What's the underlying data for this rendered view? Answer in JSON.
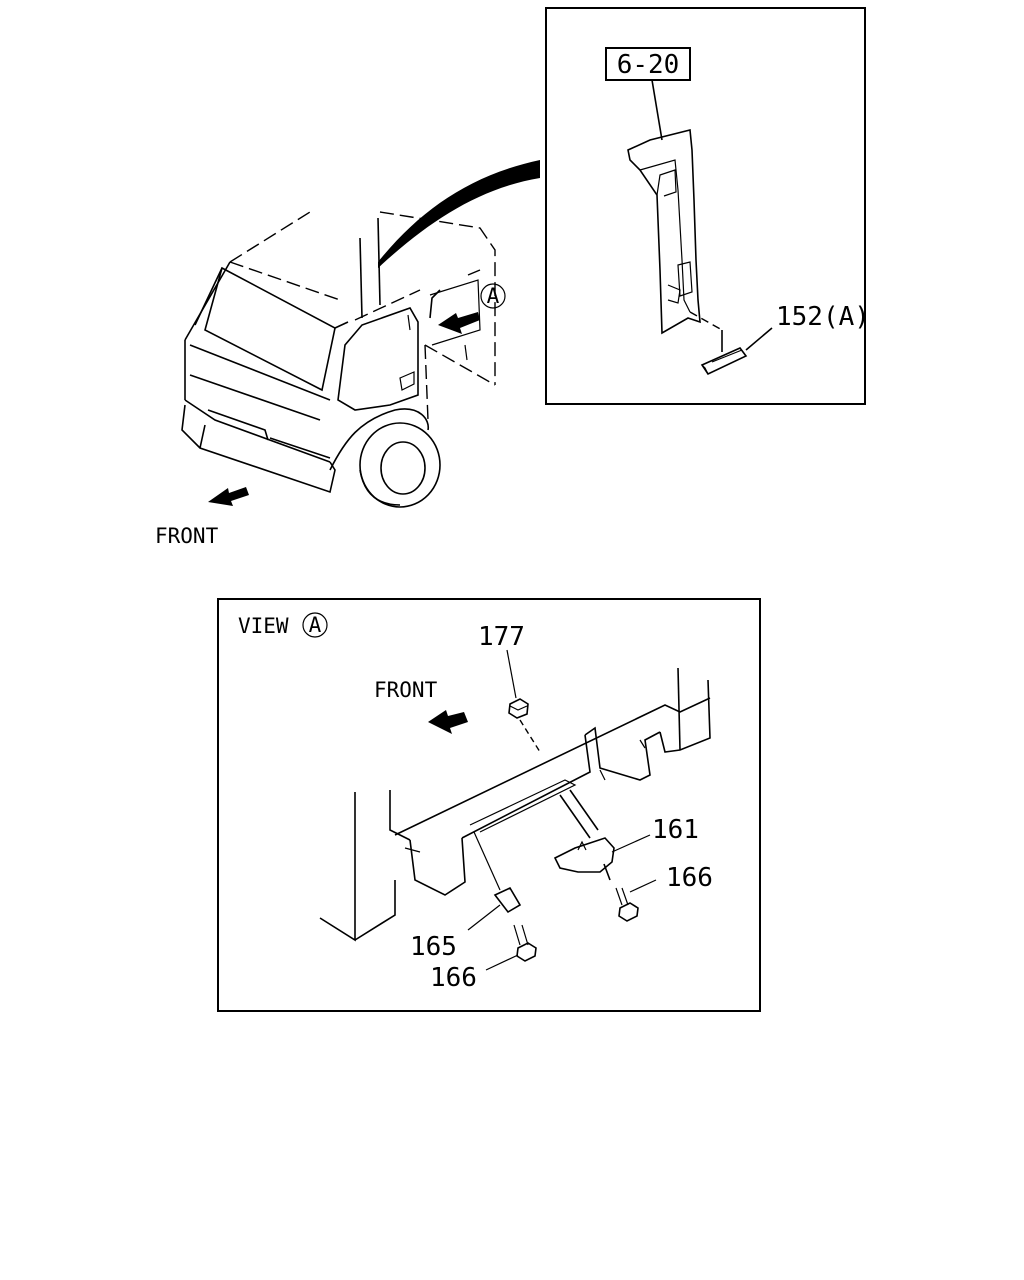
{
  "detail_box": {
    "ref_label": "6-20",
    "part_label": "152(A)"
  },
  "truck": {
    "front_label": "FRONT",
    "view_marker": "A"
  },
  "view_box": {
    "title": "VIEW",
    "title_marker": "A",
    "front_label": "FRONT",
    "parts": [
      "177",
      "161",
      "166",
      "165",
      "166"
    ]
  }
}
